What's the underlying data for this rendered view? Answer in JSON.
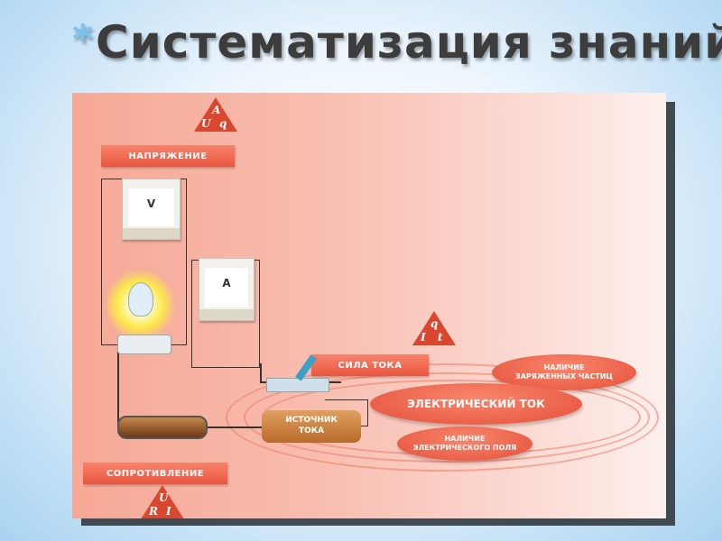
{
  "slide": {
    "bullet": "*",
    "title": "Систематизация знаний:"
  },
  "diagram": {
    "voltage": {
      "label": "НАПРЯЖЕНИЕ",
      "formula": {
        "top": "A",
        "left": "U",
        "right": "q"
      },
      "meter": "V"
    },
    "current": {
      "label": "СИЛА ТОКА",
      "formula": {
        "top": "q",
        "left": "I",
        "right": "t"
      },
      "meter": "A"
    },
    "resistance": {
      "label": "СОПРОТИВЛЕНИЕ",
      "formula": {
        "top": "U",
        "left": "R",
        "right": "I"
      }
    },
    "source": {
      "line1": "ИСТОЧНИК",
      "line2": "ТОКА"
    },
    "electric_current": "ЭЛЕКТРИЧЕСКИЙ ТОК",
    "charged_particles": {
      "line1": "НАЛИЧИЕ",
      "line2": "ЗАРЯЖЕННЫХ ЧАСТИЦ"
    },
    "electric_field": {
      "line1": "НАЛИЧИЕ",
      "line2": "ЭЛЕКТРИЧЕСКОГО ПОЛЯ"
    }
  }
}
